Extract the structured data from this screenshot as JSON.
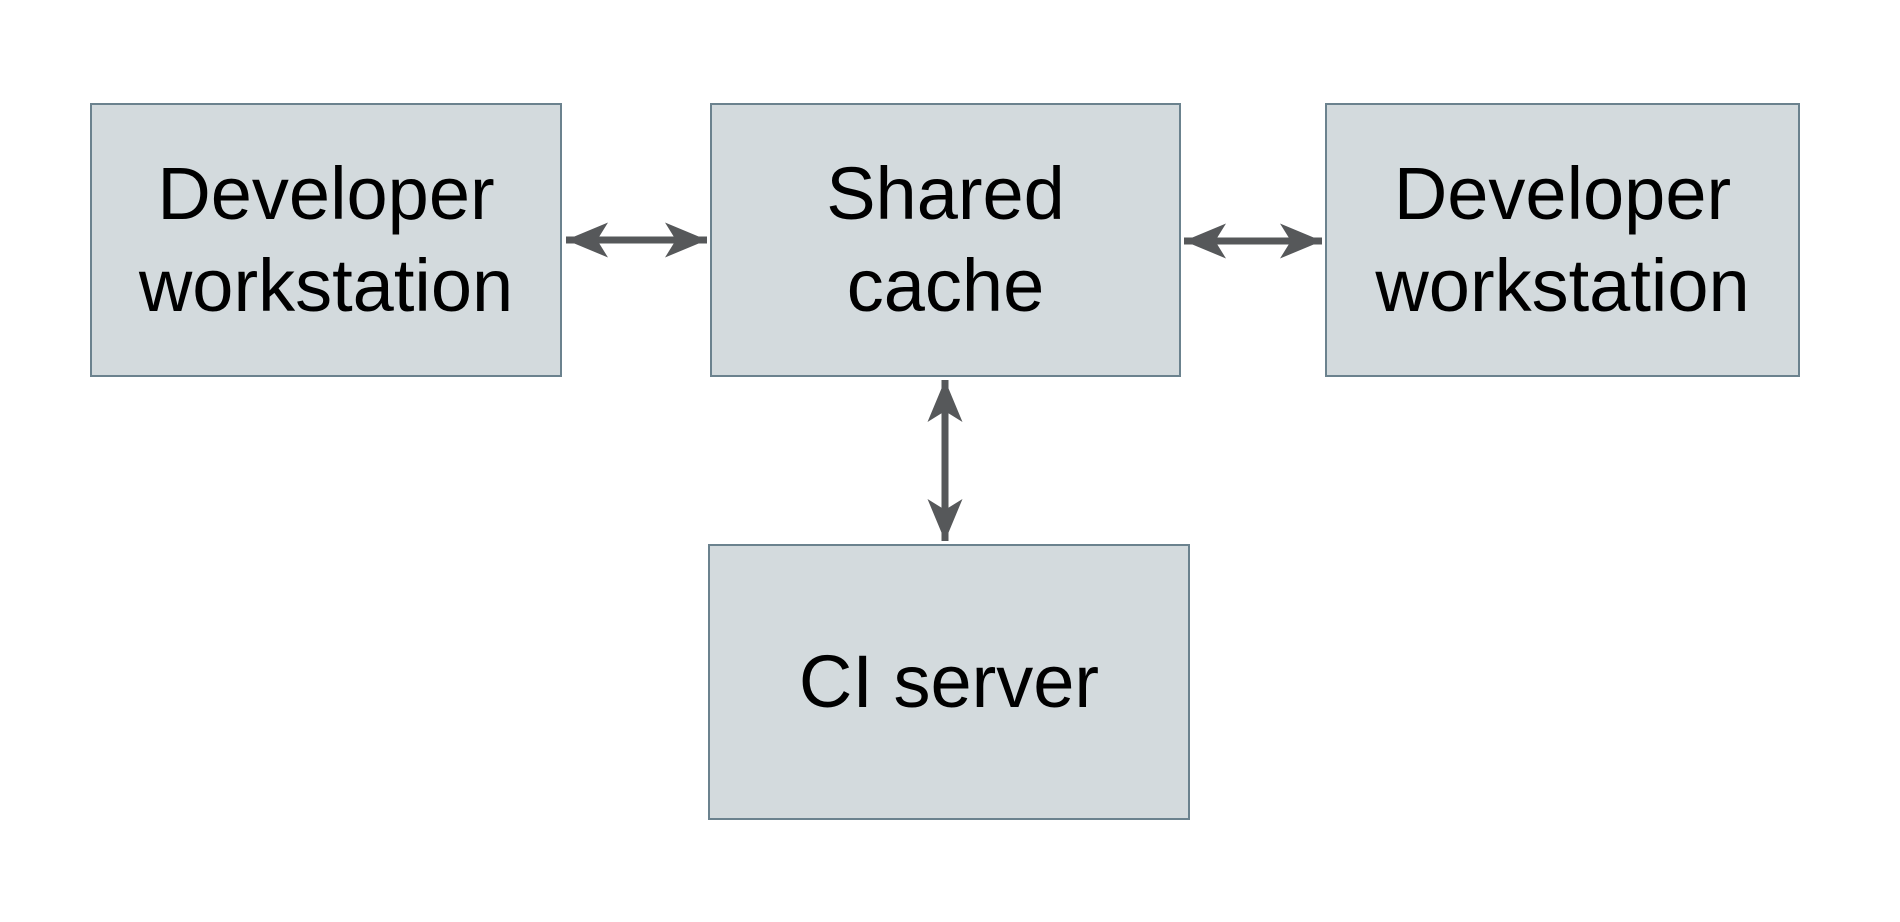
{
  "diagram": {
    "type": "architecture-diagram",
    "nodes": [
      {
        "id": "developer-workstation-left",
        "label": "Developer\nworkstation"
      },
      {
        "id": "shared-cache",
        "label": "Shared\ncache"
      },
      {
        "id": "developer-workstation-right",
        "label": "Developer\nworkstation"
      },
      {
        "id": "ci-server",
        "label": "CI server"
      }
    ],
    "edges": [
      {
        "from": "developer-workstation-left",
        "to": "shared-cache",
        "type": "bidirectional"
      },
      {
        "from": "developer-workstation-right",
        "to": "shared-cache",
        "type": "bidirectional"
      },
      {
        "from": "ci-server",
        "to": "shared-cache",
        "type": "bidirectional"
      }
    ],
    "colors": {
      "background": "#ffffff",
      "node_fill": "#d3dadd",
      "node_border": "#6b828e",
      "arrow": "#56585a",
      "text": "#000000"
    }
  }
}
